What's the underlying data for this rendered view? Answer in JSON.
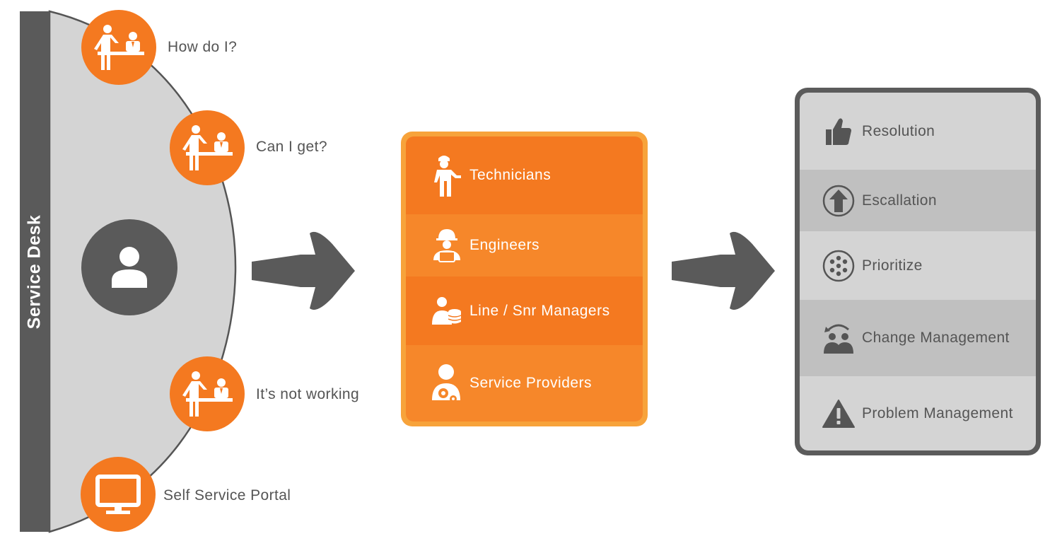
{
  "colors": {
    "orange": "#f47920",
    "orange_light": "#f7a33b",
    "team_row_dark": "#f47920",
    "team_row_light": "#f6872a",
    "panel_gray": "#d4d4d4",
    "panel_gray_dark": "#c0c0c0",
    "dark_gray": "#5a5a5a"
  },
  "service_desk": {
    "label": "Service Desk",
    "user_icon": "user-icon",
    "requests": [
      {
        "label": "How do I?",
        "icon": "help-desk-icon"
      },
      {
        "label": "Can I get?",
        "icon": "help-desk-icon"
      },
      {
        "label": "It’s not working",
        "icon": "help-desk-icon"
      },
      {
        "label": "Self Service Portal",
        "icon": "monitor-icon"
      }
    ]
  },
  "arrows": [
    "arrow-right-icon",
    "arrow-right-icon"
  ],
  "support_teams": [
    {
      "label": "Technicians",
      "icon": "technician-icon"
    },
    {
      "label": "Engineers",
      "icon": "engineer-icon"
    },
    {
      "label": "Line / Snr Managers",
      "icon": "manager-icon"
    },
    {
      "label": "Service Providers",
      "icon": "service-provider-icon"
    }
  ],
  "outcomes": [
    {
      "label": "Resolution",
      "icon": "thumbs-up-icon"
    },
    {
      "label": "Escallation",
      "icon": "arrow-up-circle-icon"
    },
    {
      "label": "Prioritize",
      "icon": "dots-circle-icon"
    },
    {
      "label": "Change Management",
      "icon": "change-people-icon"
    },
    {
      "label": "Problem Management",
      "icon": "warning-icon"
    }
  ]
}
